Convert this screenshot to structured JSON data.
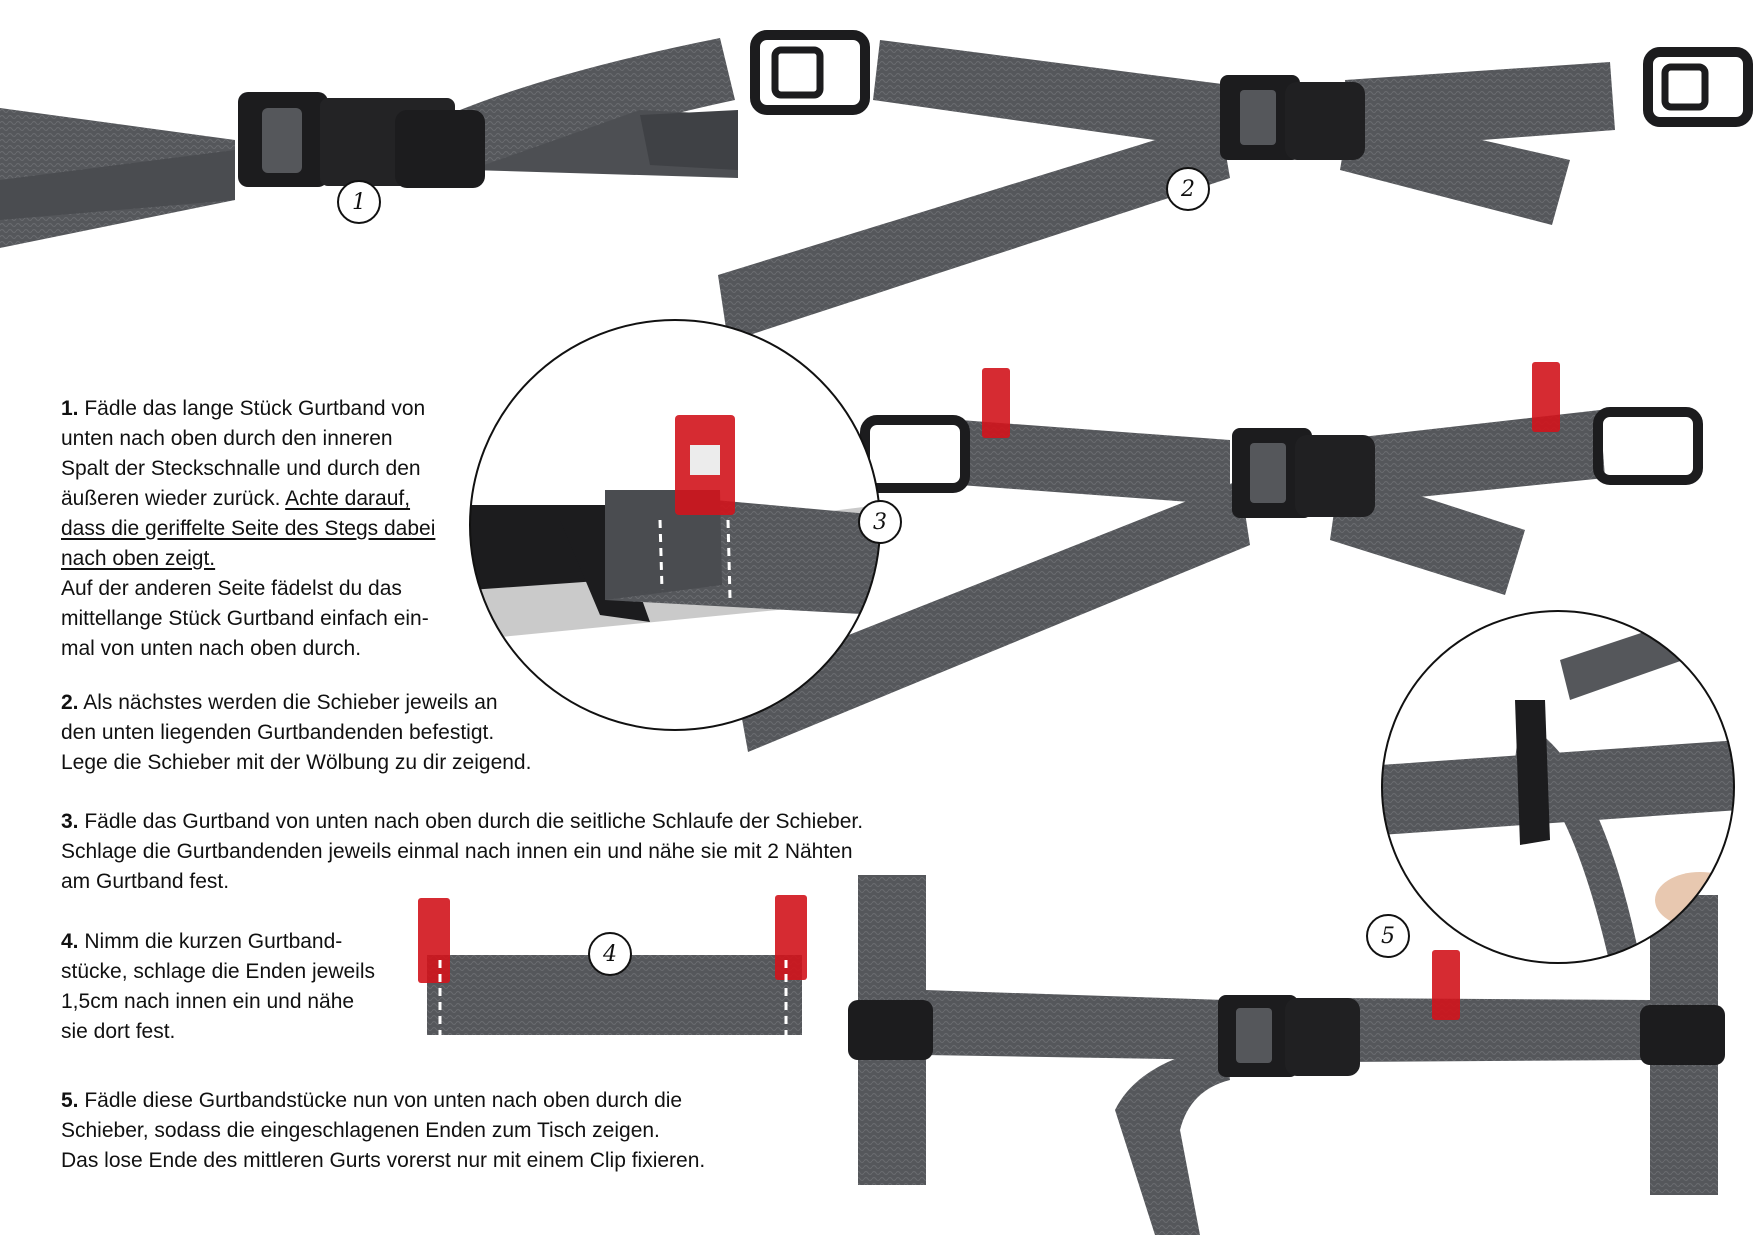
{
  "steps": [
    {
      "badge": "1",
      "num": "1.",
      "lines": [
        "Fädle das lange Stück Gurtband von",
        "unten nach oben durch den inneren",
        "Spalt der Steckschnalle und durch den",
        "äußeren wieder zurück."
      ],
      "underlined_inline": "Achte darauf,",
      "underlined_lines": [
        "dass die geriffelte Seite des Stegs dabei",
        "nach oben zeigt."
      ],
      "after_lines": [
        "Auf der anderen Seite fädelst du das",
        "mittellange Stück Gurtband einfach ein-",
        "mal von unten nach oben durch."
      ]
    },
    {
      "badge": "2",
      "num": "2.",
      "lines": [
        "Als nächstes werden die Schieber jeweils an",
        "den unten liegenden Gurtbandenden befestigt.",
        "Lege die Schieber mit der Wölbung zu dir zeigend."
      ]
    },
    {
      "badge": "3",
      "num": "3.",
      "lines": [
        "Fädle das Gurtband von unten nach oben durch die seitliche Schlaufe der Schieber.",
        "Schlage die Gurtbandenden jeweils einmal nach innen ein und nähe sie mit 2 Nähten",
        "am Gurtband fest."
      ]
    },
    {
      "badge": "4",
      "num": "4.",
      "lines": [
        "Nimm die kurzen Gurtband-",
        "stücke, schlage die Enden jeweils",
        "1,5cm nach innen ein und nähe",
        "sie dort fest."
      ]
    },
    {
      "badge": "5",
      "num": "5.",
      "lines": [
        "Fädle diese Gurtbandstücke nun von unten nach oben durch die",
        "Schieber, sodass die eingeschlagenen Enden zum Tisch zeigen.",
        "Das lose Ende des mittleren Gurts vorerst nur mit einem Clip fixieren."
      ]
    }
  ],
  "colors": {
    "webbing": "#55575b",
    "webbing_dark": "#3f4145",
    "plastic": "#1c1c1e",
    "clip_red": "#d2141c",
    "text": "#111111"
  }
}
